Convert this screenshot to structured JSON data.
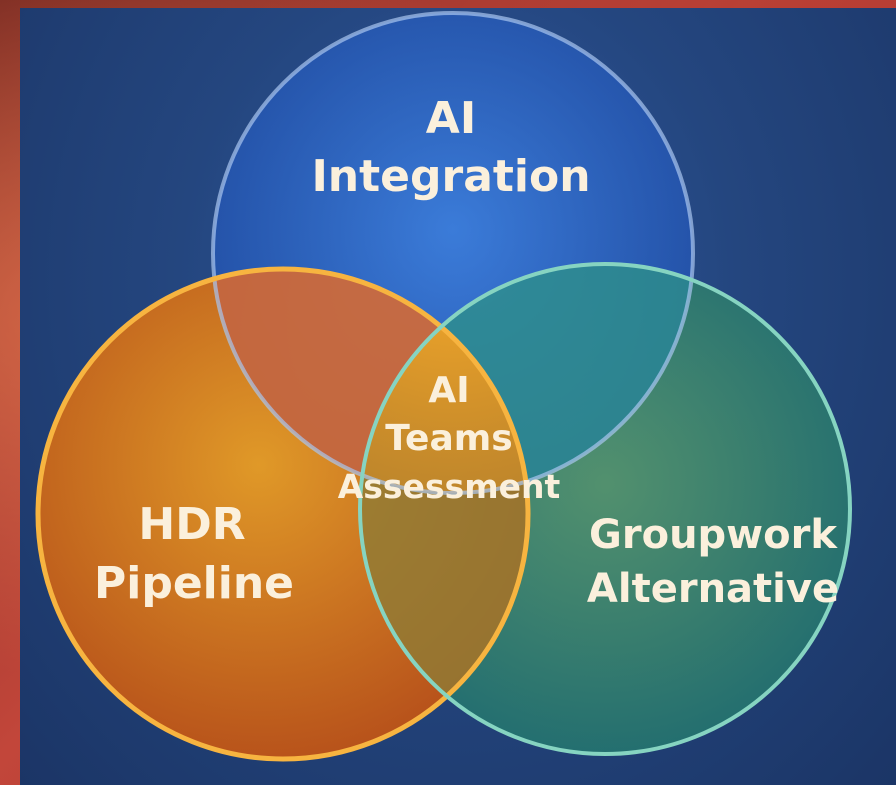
{
  "diagram": {
    "circles": [
      {
        "id": "top",
        "lines": [
          "AI",
          "Integration"
        ],
        "color": "#2f6fd6",
        "stroke": "#8fb4ea"
      },
      {
        "id": "left",
        "lines": [
          "HDR",
          "Pipeline"
        ],
        "color": "#e8891f",
        "stroke": "#f5b64a"
      },
      {
        "id": "right",
        "lines": [
          "Groupwork",
          "Alternative"
        ],
        "color": "#2c8a7c",
        "stroke": "#7fd0bd"
      }
    ],
    "center": {
      "lines": [
        "AI",
        "Teams",
        "Assessment"
      ],
      "color": "#f29a1e"
    }
  }
}
